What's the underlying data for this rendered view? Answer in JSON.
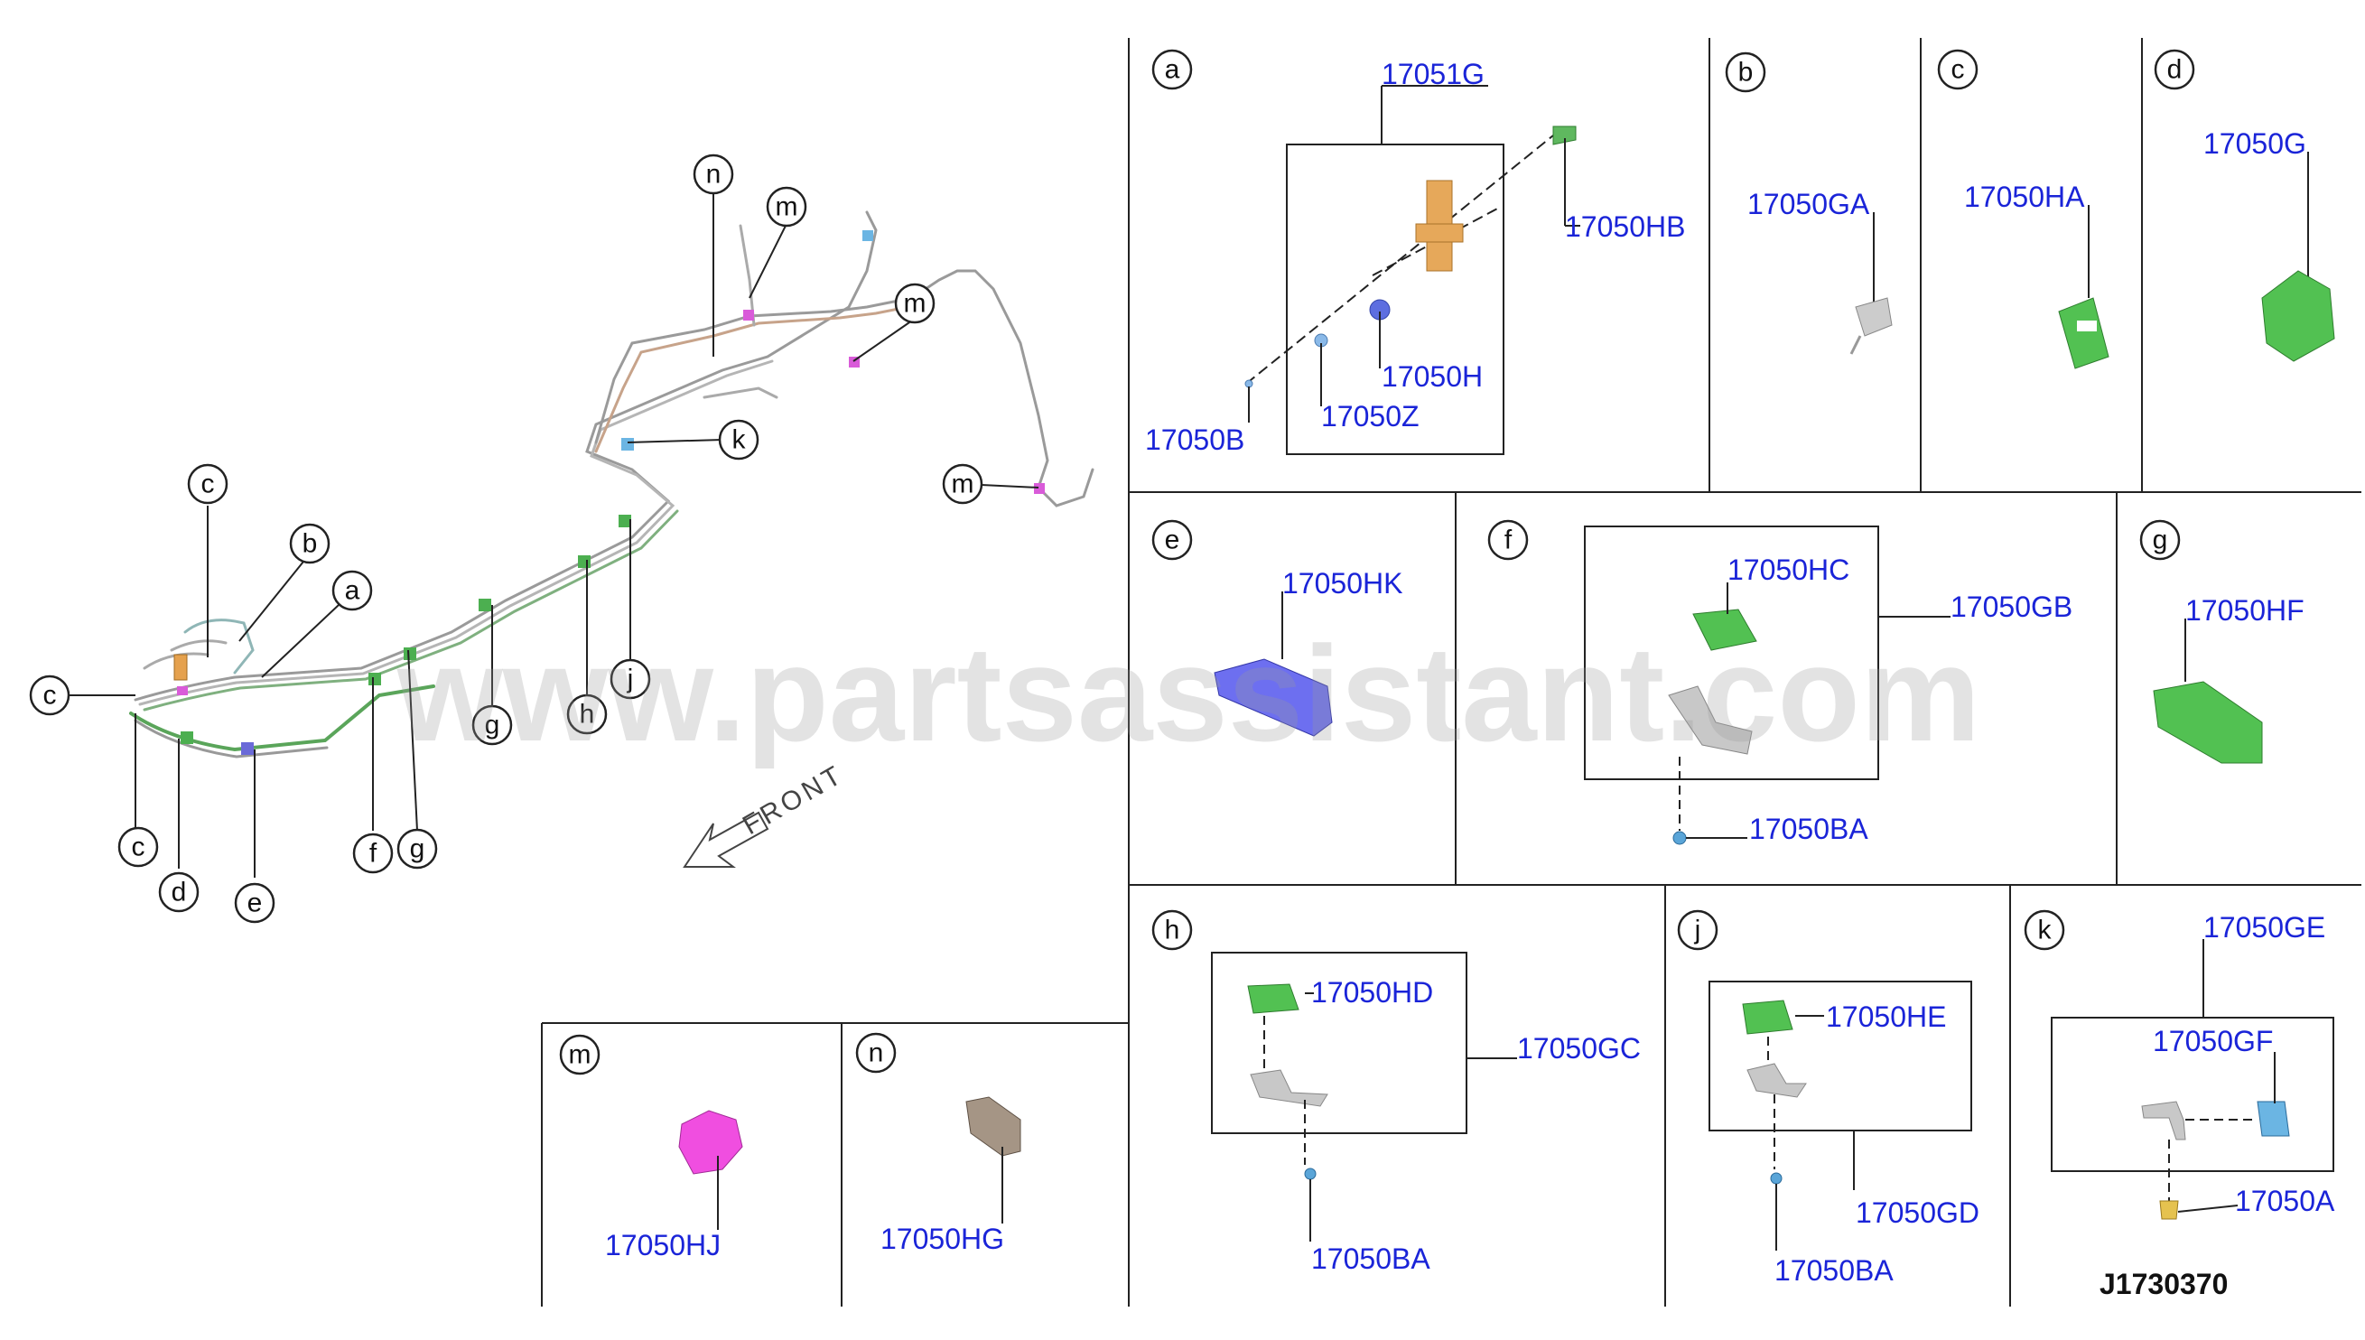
{
  "watermark": "www.partsassistant.com",
  "diagram_id": "J1730370",
  "front_label": "FRONT",
  "overview_callouts": [
    "n",
    "m",
    "m",
    "k",
    "m",
    "c",
    "b",
    "a",
    "c",
    "g",
    "h",
    "j",
    "c",
    "d",
    "e",
    "f",
    "g"
  ],
  "panels": [
    {
      "letter": "a",
      "parts": [
        "17051G",
        "17050HB",
        "17050H",
        "17050Z",
        "17050B"
      ]
    },
    {
      "letter": "b",
      "parts": [
        "17050GA"
      ]
    },
    {
      "letter": "c",
      "parts": [
        "17050HA"
      ]
    },
    {
      "letter": "d",
      "parts": [
        "17050G"
      ]
    },
    {
      "letter": "e",
      "parts": [
        "17050HK"
      ]
    },
    {
      "letter": "f",
      "parts": [
        "17050HC",
        "17050GB",
        "17050BA"
      ]
    },
    {
      "letter": "g",
      "parts": [
        "17050HF"
      ]
    },
    {
      "letter": "h",
      "parts": [
        "17050HD",
        "17050GC",
        "17050BA"
      ]
    },
    {
      "letter": "j",
      "parts": [
        "17050HE",
        "17050GD",
        "17050BA"
      ]
    },
    {
      "letter": "k",
      "parts": [
        "17050GE",
        "17050GF",
        "17050A"
      ]
    },
    {
      "letter": "m",
      "parts": [
        "17050HJ"
      ]
    },
    {
      "letter": "n",
      "parts": [
        "17050HG"
      ]
    }
  ]
}
